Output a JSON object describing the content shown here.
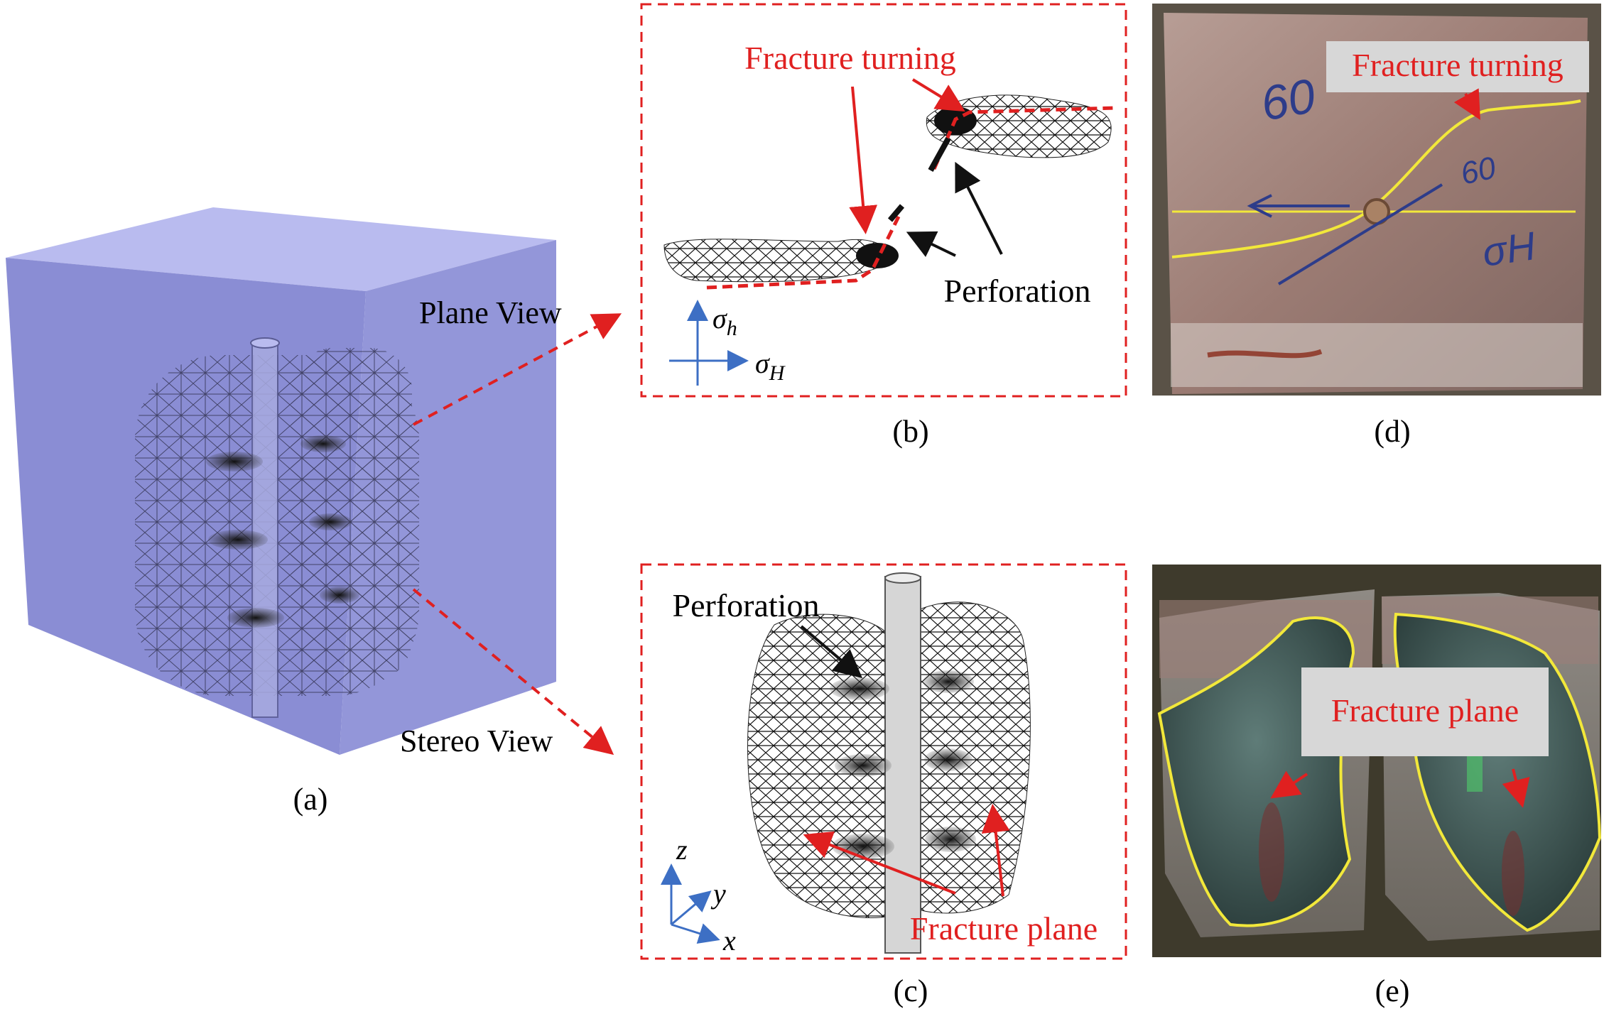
{
  "colors": {
    "cube_front": "#8c8fd6",
    "cube_top": "#b3b5ec",
    "cube_side": "#9a9de0",
    "dashed_box": "#e02020",
    "red_text": "#e02020",
    "axis_blue": "#3d6fc4",
    "fracture_yellow": "#f2e83a",
    "rock_photo": "#8d6a64",
    "label_bg": "#d7d7d7"
  },
  "panel_a": {
    "caption": "(a)",
    "plane_view_label": "Plane View",
    "stereo_view_label": "Stereo View"
  },
  "panel_b": {
    "caption": "(b)",
    "fracture_turning": "Fracture turning",
    "perforation": "Perforation",
    "axis_v": "σh",
    "axis_v_main": "σ",
    "axis_v_sub": "h",
    "axis_h_main": "σ",
    "axis_h_sub": "H"
  },
  "panel_c": {
    "caption": "(c)",
    "perforation": "Perforation",
    "fracture_plane": "Fracture plane",
    "axis_z": "z",
    "axis_y": "y",
    "axis_x": "x"
  },
  "panel_d": {
    "caption": "(d)",
    "fracture_turning": "Fracture turning",
    "photo_marks": {
      "m1": "60",
      "m2": "60",
      "m3": "σH"
    }
  },
  "panel_e": {
    "caption": "(e)",
    "fracture_plane": "Fracture plane"
  },
  "icons": [
    "red-dashed-arrow",
    "black-arrow",
    "red-arrow",
    "axis-arrow"
  ]
}
